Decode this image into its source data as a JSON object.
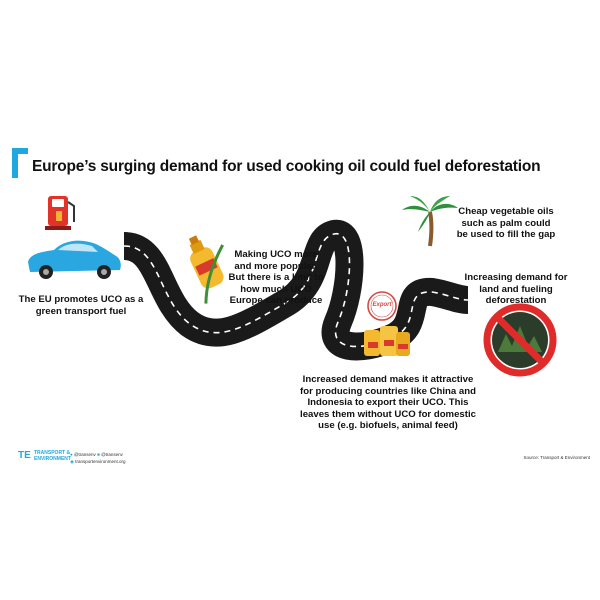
{
  "title": "Europe’s surging demand for used cooking oil could fuel deforestation",
  "steps": [
    {
      "text": "The EU promotes UCO as a green transport fuel"
    },
    {
      "text": "Making UCO more and more popular. But there is a limit to how much UCO Europe can produce"
    },
    {
      "text": "Increased demand makes it attractive for producing countries like China and Indonesia to export their UCO. This leaves them without UCO for domestic use (e.g. biofuels, animal feed)"
    },
    {
      "text": "Cheap vegetable oils such as palm could be used to fill the gap"
    },
    {
      "text": "Increasing demand for land and fueling deforestation"
    }
  ],
  "export_label": "Export",
  "footer": {
    "logo_mark": "TE",
    "org_line1": "TRANSPORT &",
    "org_line2": "ENVIRONMENT",
    "twitter": "@transenv",
    "facebook": "@transenv",
    "website": "transportenvironment.org",
    "source": "Source: Transport & Environment"
  },
  "colors": {
    "accent": "#1fa8df",
    "road": "#1a1a1a",
    "car": "#2aa6e0",
    "pump": "#e2332b",
    "stop": "#e02b2b"
  }
}
